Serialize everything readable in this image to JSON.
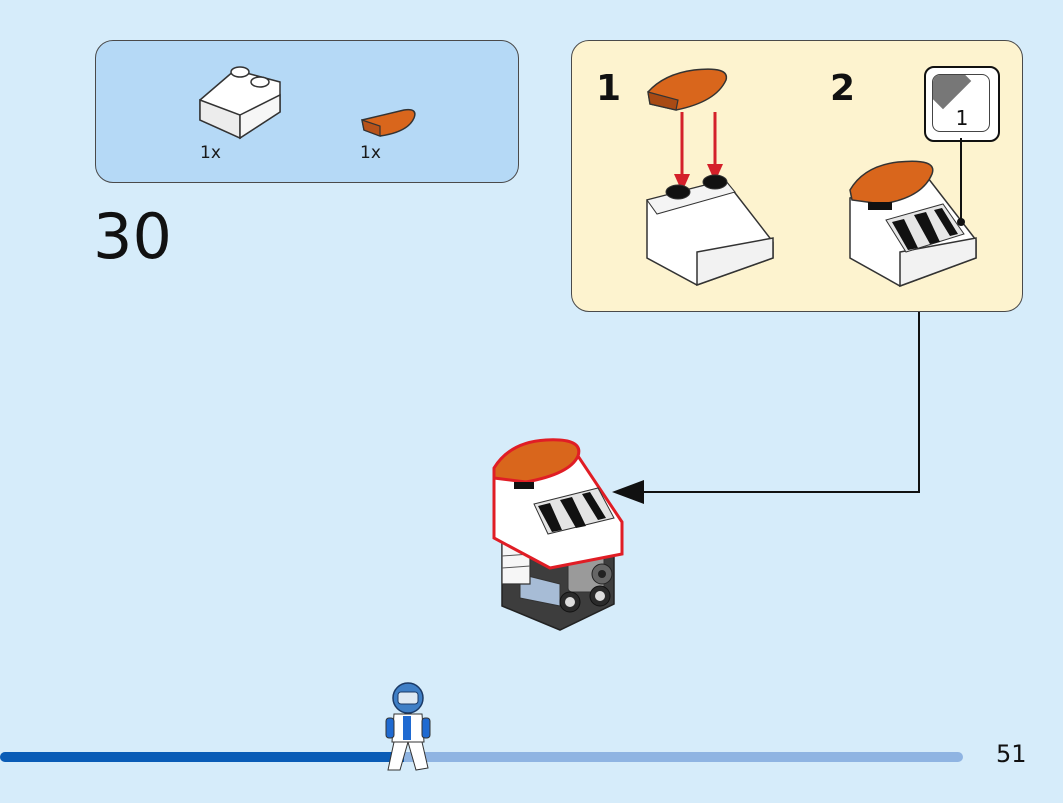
{
  "step": {
    "number": "30"
  },
  "parts": [
    {
      "icon": "white-slope-brick-icon",
      "qty": "1x"
    },
    {
      "icon": "orange-round-tile-icon",
      "qty": "1x"
    }
  ],
  "substeps": [
    {
      "number": "1"
    },
    {
      "number": "2",
      "sticker_label": "1"
    }
  ],
  "page": {
    "number": "51"
  },
  "progress": {
    "fraction": 0.42
  },
  "colors": {
    "background": "#d6ecfa",
    "parts_box": "#b5d9f6",
    "substep_box": "#fdf3cf",
    "orange": "#d9661c",
    "progress_fill": "#0a5cb6",
    "progress_track": "#8fb4e2"
  }
}
